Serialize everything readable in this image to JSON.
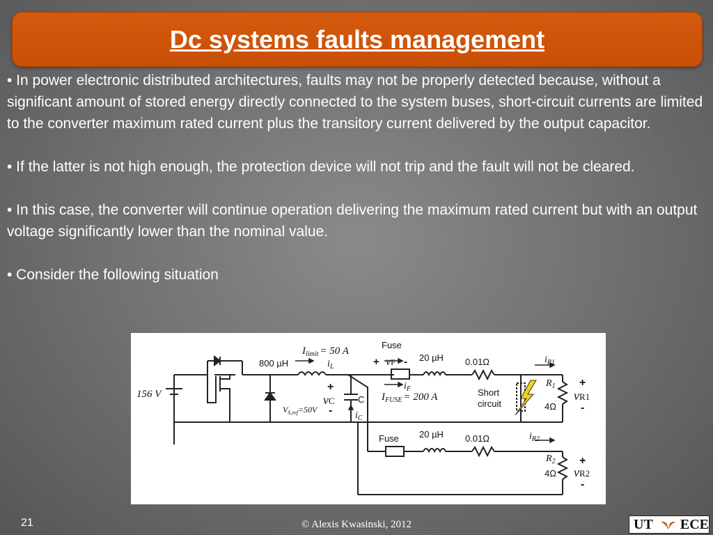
{
  "slide": {
    "title": "Dc systems faults management",
    "bullets": [
      "• In power electronic distributed architectures, faults may not be properly detected because, without a significant amount of stored energy directly connected to the system buses, short-circuit currents are limited to the converter maximum rated current plus the transitory current delivered by the output capacitor.",
      "• If the latter is not high enough, the protection device will not trip and the fault will not be cleared.",
      "• In this case, the converter will continue operation delivering the maximum rated current but with an output voltage significantly lower than the nominal value.",
      "• Consider the following situation"
    ],
    "slide_number": "21",
    "copyright": "© Alexis Kwasinski, 2012",
    "logo": {
      "left": "UT",
      "right": "ECE"
    }
  },
  "circuit": {
    "source_voltage": "156 V",
    "inductor_main": "800 µH",
    "i_limit_sym": "I",
    "i_limit_sub": "limit",
    "i_limit_val": "= 50 A",
    "i_L_sym": "i",
    "i_L_sub": "L",
    "fuse_top": "Fuse",
    "v_F_sym": "v",
    "v_F_sub": "F",
    "i_F_sym": "i",
    "i_F_sub": "F",
    "i_fuse_sym": "I",
    "i_fuse_sub": "FUSE",
    "i_fuse_val": "= 200 A",
    "inductor_branch1": "20 µH",
    "resistor_line1": "0.01Ω",
    "i_R1_sym": "i",
    "i_R1_sub": "R1",
    "short_circuit_line1": "Short",
    "short_circuit_line2": "circuit",
    "R1_sym": "R",
    "R1_sub": "1",
    "R1_val": "4Ω",
    "v_R1_sym": "v",
    "v_R1_sub": "R1",
    "v_C_sym": "v",
    "v_C_sub": "C",
    "cap_label": "C",
    "i_C_sym": "i",
    "i_C_sub": "C",
    "v_ref_sym": "V",
    "v_ref_sub": "S,ref",
    "v_ref_val": "=50V",
    "fuse_bottom": "Fuse",
    "inductor_branch2": "20 µH",
    "resistor_line2": "0.01Ω",
    "i_R2_sym": "i",
    "i_R2_sub": "R2",
    "R2_sym": "R",
    "R2_sub": "2",
    "R2_val": "4Ω",
    "v_R2_sym": "v",
    "v_R2_sub": "R2",
    "plus": "+",
    "minus": "-"
  }
}
